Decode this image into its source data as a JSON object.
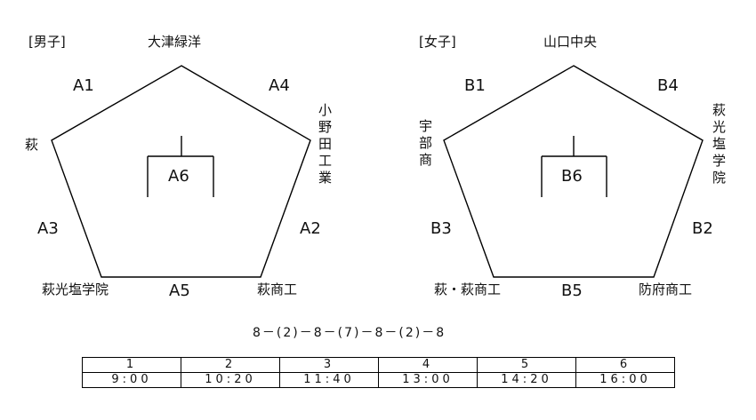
{
  "men": {
    "section_label": "[男子]",
    "teams": {
      "top": "大津緑洋",
      "left": "萩",
      "right": "小野田工業",
      "bottom_left": "萩光塩学院",
      "bottom_right": "萩商工"
    },
    "matches": {
      "a1": "A1",
      "a2": "A2",
      "a3": "A3",
      "a4": "A4",
      "a5": "A5",
      "a6": "A6"
    }
  },
  "women": {
    "section_label": "[女子]",
    "teams": {
      "top": "山口中央",
      "left": "宇部商",
      "right": "萩光塩学院",
      "bottom_left": "萩・萩商工",
      "bottom_right": "防府商工"
    },
    "matches": {
      "b1": "B1",
      "b2": "B2",
      "b3": "B3",
      "b4": "B4",
      "b5": "B5",
      "b6": "B6"
    }
  },
  "schedule_note": "8－(2)－8－(7)－8－(2)－8",
  "timetable": {
    "numbers": [
      "1",
      "2",
      "3",
      "4",
      "5",
      "6"
    ],
    "times": [
      "9:00",
      "10:20",
      "11:40",
      "13:00",
      "14:20",
      "16:00"
    ]
  }
}
